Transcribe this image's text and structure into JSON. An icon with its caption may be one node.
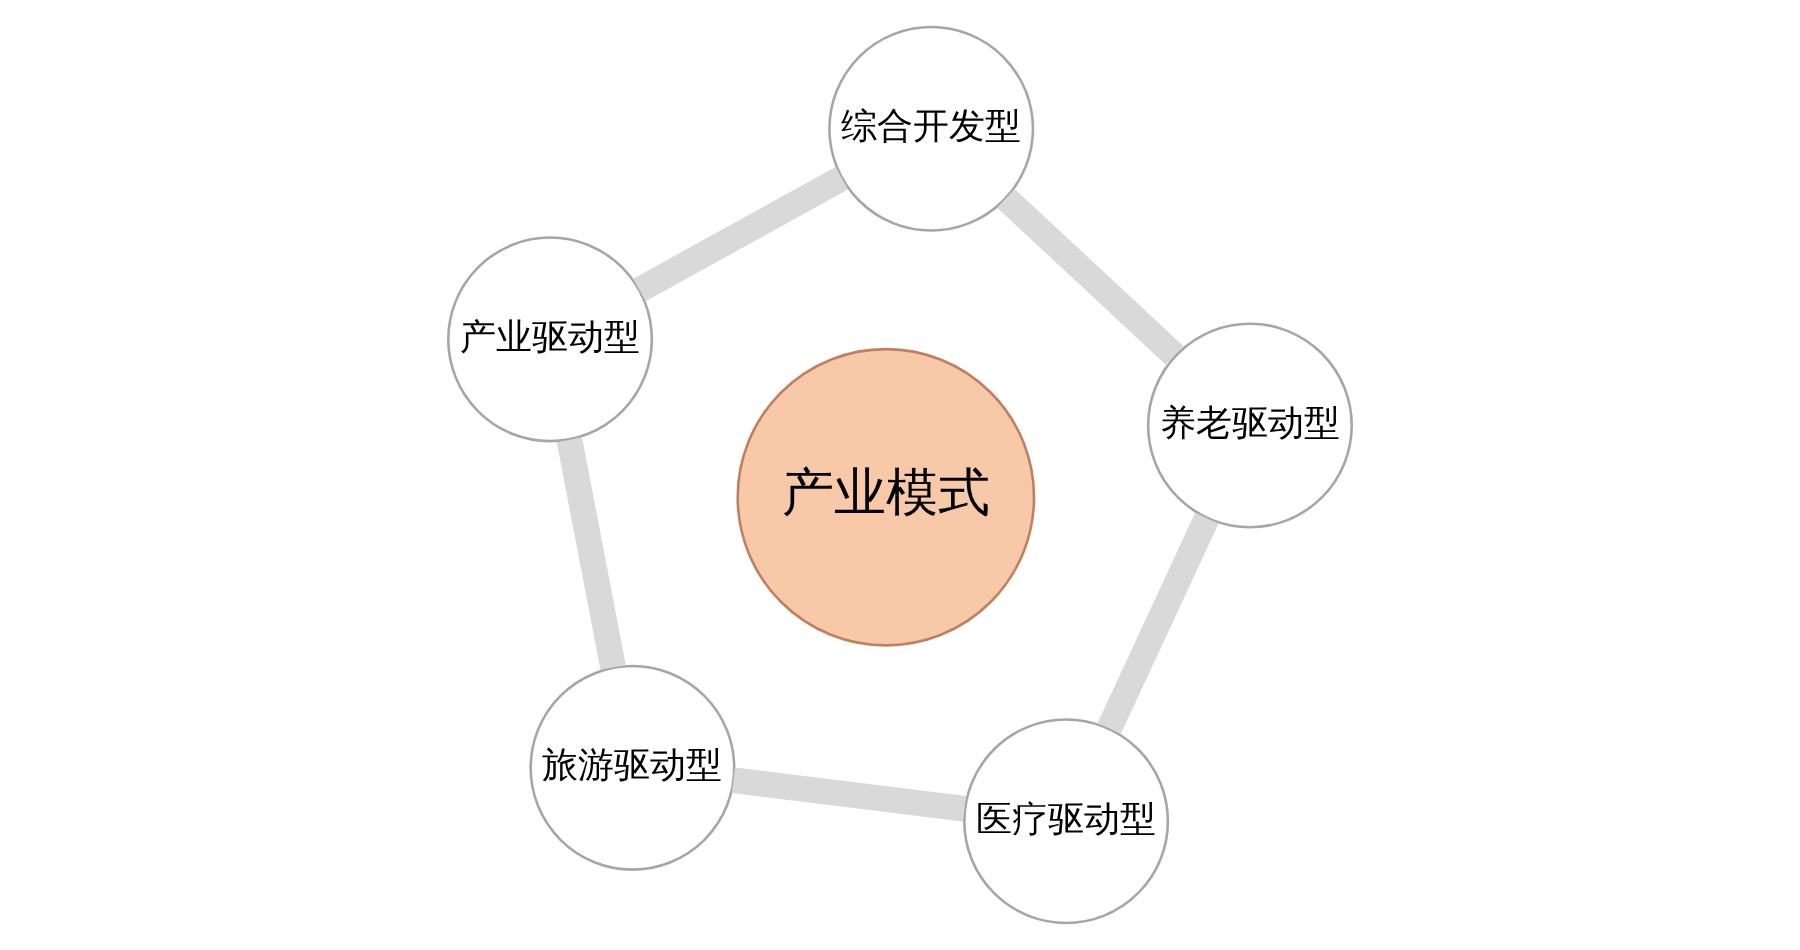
{
  "diagram": {
    "nodes": [
      {
        "text": [
          "旅游驱动型"
        ]
      },
      {
        "text": [
          "医疗驱动型"
        ]
      },
      {
        "text": [
          "产业模式"
        ]
      },
      {
        "text": [
          "产业驱动型"
        ]
      },
      {
        "text": [
          "养老驱动型"
        ]
      },
      {
        "text": [
          "综合开发型"
        ]
      }
    ],
    "edges": [
      {
        "from": 0,
        "to": 3,
        "arrow": "none"
      },
      {
        "from": 3,
        "to": 5,
        "arrow": "none"
      },
      {
        "from": 5,
        "to": 4,
        "arrow": "none"
      },
      {
        "from": 4,
        "to": 1,
        "arrow": "none"
      },
      {
        "from": 1,
        "to": 0,
        "arrow": "none"
      }
    ]
  }
}
